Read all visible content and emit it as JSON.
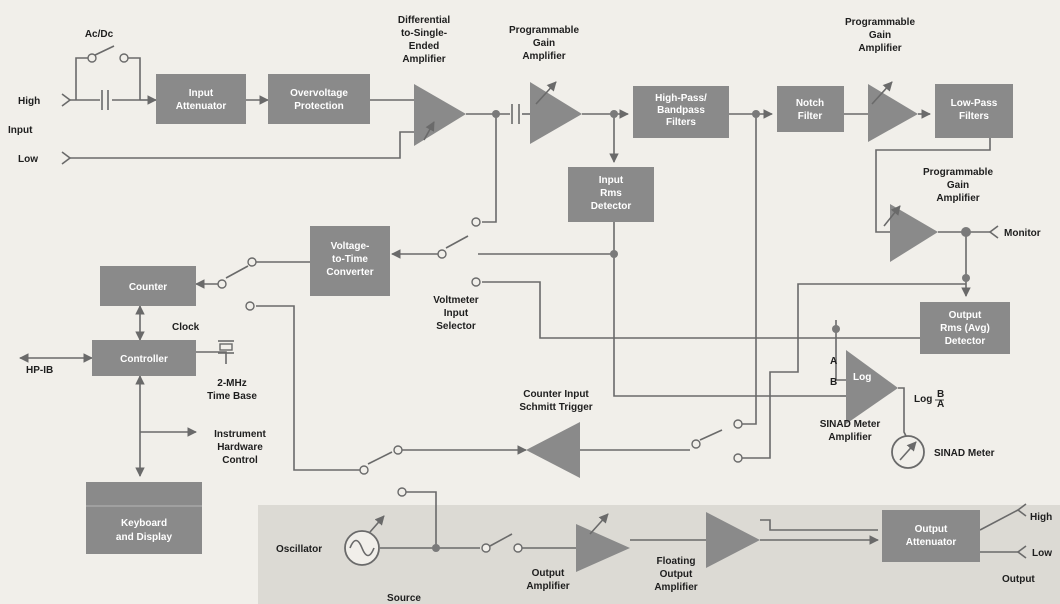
{
  "labels": {
    "ac_dc": "Ac/Dc",
    "high_in": "High",
    "input": "Input",
    "low_in": "Low",
    "diff_amp": [
      "Differential",
      "to-Single-",
      "Ended",
      "Amplifier"
    ],
    "pga1": [
      "Programmable",
      "Gain",
      "Amplifier"
    ],
    "pga2": [
      "Programmable",
      "Gain",
      "Amplifier"
    ],
    "pga3": [
      "Programmable",
      "Gain",
      "Amplifier"
    ],
    "monitor": "Monitor",
    "clock": "Clock",
    "hpib": "HP-IB",
    "time_base": [
      "2-MHz",
      "Time Base"
    ],
    "instrument_hw": [
      "Instrument",
      "Hardware",
      "Control"
    ],
    "voltmeter_sel": [
      "Voltmeter",
      "Input",
      "Selector"
    ],
    "counter_trigger": [
      "Counter Input",
      "Schmitt Trigger"
    ],
    "sinad_amp": [
      "SINAD Meter",
      "Amplifier"
    ],
    "sinad_meter": "SINAD Meter",
    "log_ratio": "Log",
    "log_frac_top": "B",
    "log_frac_bot": "A",
    "log_in_a": "A",
    "log_in_b": "B",
    "oscillator": "Oscillator",
    "source": "Source",
    "output_amp": [
      "Output",
      "Amplifier"
    ],
    "floating_amp": [
      "Floating",
      "Output",
      "Amplifier"
    ],
    "high_out": "High",
    "low_out": "Low",
    "output": "Output"
  },
  "blocks": {
    "input_attenuator": [
      "Input",
      "Attenuator"
    ],
    "overvoltage": [
      "Overvoltage",
      "Protection"
    ],
    "hp_bp": [
      "High-Pass/",
      "Bandpass",
      "Filters"
    ],
    "notch": [
      "Notch",
      "Filter"
    ],
    "lowpass": [
      "Low-Pass",
      "Filters"
    ],
    "input_rms": [
      "Input",
      "Rms",
      "Detector"
    ],
    "vtc": [
      "Voltage-",
      "to-Time",
      "Converter"
    ],
    "counter": [
      "Counter"
    ],
    "controller": [
      "Controller"
    ],
    "output_rms": [
      "Output",
      "Rms (Avg)",
      "Detector"
    ],
    "log": [
      "Log"
    ],
    "keyboard": [
      "Keyboard",
      "and Display"
    ],
    "output_atten": [
      "Output",
      "Attenuator"
    ]
  },
  "colors": {
    "background": "#f1efea",
    "block_fill": "#8a8a8a",
    "block_text": "#ffffff",
    "wire": "#6a6a6a",
    "source_panel": "#dcdad4"
  }
}
